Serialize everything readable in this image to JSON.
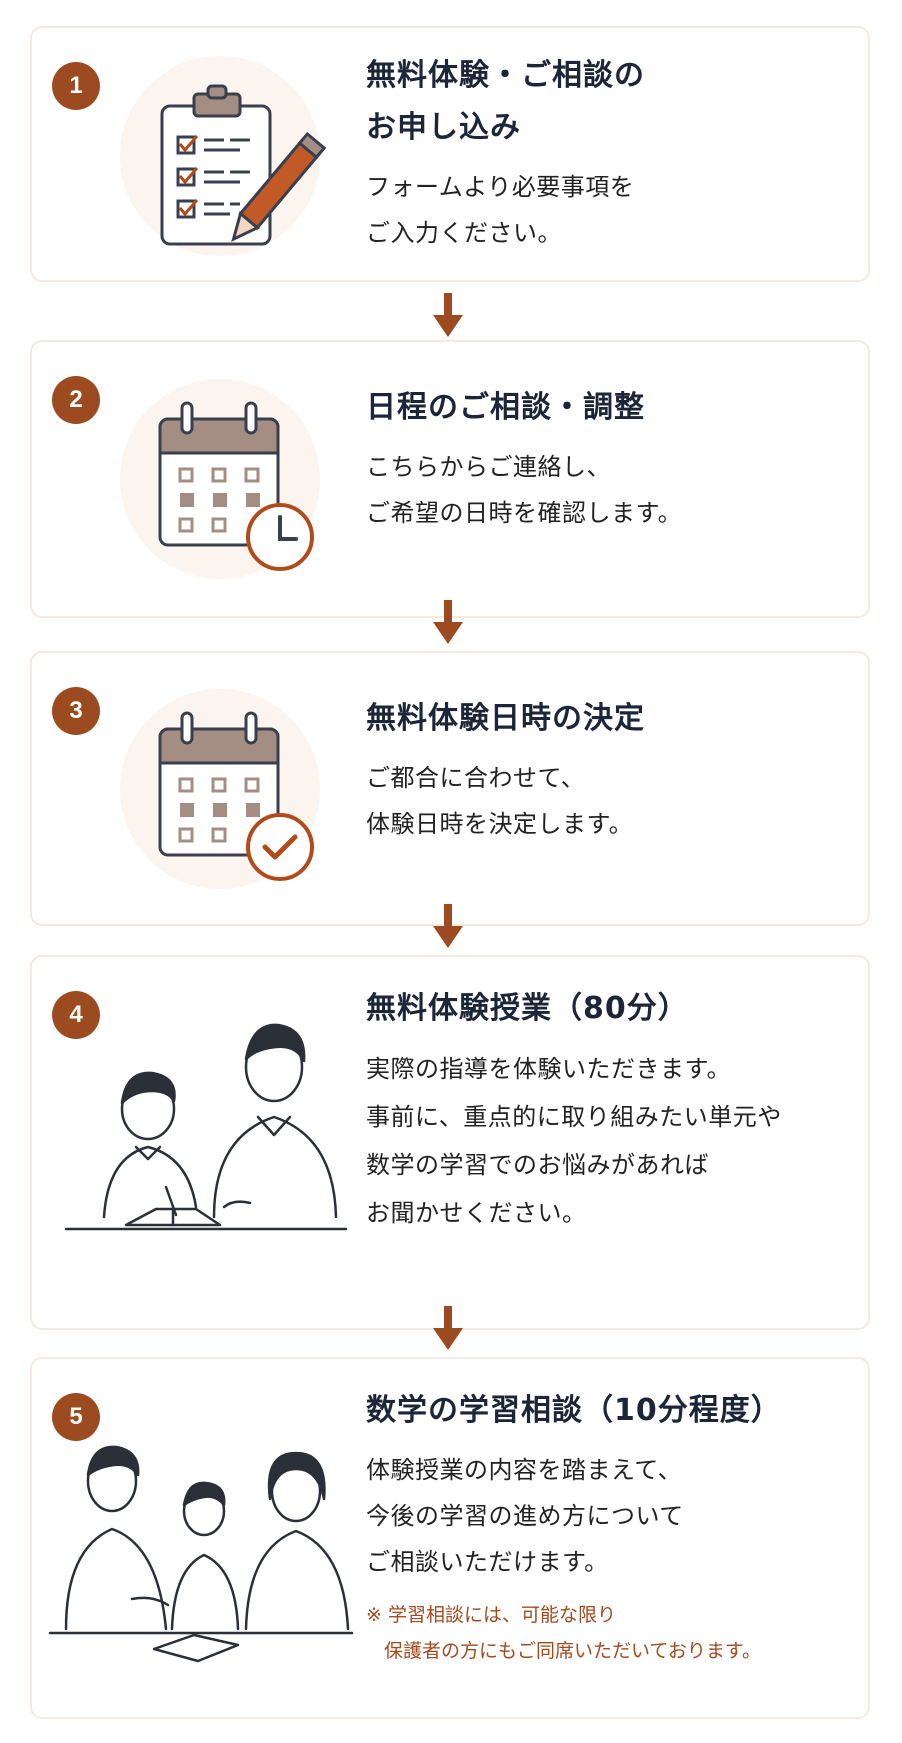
{
  "steps": [
    {
      "number": "1",
      "title_lines": [
        "無料体験・ご相談の",
        "お申し込み"
      ],
      "desc_lines": [
        "フォームより必要事項を",
        "ご入力ください。"
      ]
    },
    {
      "number": "2",
      "title_lines": [
        "日程のご相談・調整"
      ],
      "desc_lines": [
        "こちらからご連絡し、",
        "ご希望の日時を確認します。"
      ]
    },
    {
      "number": "3",
      "title_lines": [
        "無料体験日時の決定"
      ],
      "desc_lines": [
        "ご都合に合わせて、",
        "体験日時を決定します。"
      ]
    },
    {
      "number": "4",
      "title_lines": [
        "無料体験授業（80分）"
      ],
      "desc_lines": [
        "実際の指導を体験いただきます。",
        "事前に、重点的に取り組みたい単元や",
        "数学の学習でのお悩みがあれば",
        "お聞かせください。"
      ]
    },
    {
      "number": "5",
      "title_lines": [
        "数学の学習相談（10分程度）"
      ],
      "desc_lines": [
        "体験授業の内容を踏まえて、",
        "今後の学習の進め方について",
        "ご相談いただけます。"
      ],
      "note_lines": [
        "※ 学習相談には、可能な限り",
        "保護者の方にもご同席いただいております。"
      ]
    }
  ],
  "icons": [
    "clipboard-checklist-icon",
    "calendar-clock-icon",
    "calendar-check-icon",
    "tutor-student-illustration",
    "consultation-illustration"
  ],
  "colors": {
    "accent": "#9c4a1f",
    "border": "#f6e9df",
    "title": "#1c2638"
  }
}
